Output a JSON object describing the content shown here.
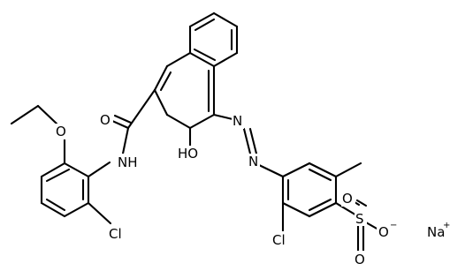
{
  "molecule": {
    "labels": {
      "o_carbonyl": "O",
      "nh": "NH",
      "oh": "HO",
      "o_ether": "O",
      "cl_anilide": "Cl",
      "n_azo_1": "N",
      "n_azo_2": "N",
      "cl_sulfonate_ring": "Cl",
      "sulfur": "S",
      "o_sulfonyl_1": "O",
      "o_sulfonyl_2": "O",
      "o_anion": "O",
      "counterion": "Na"
    },
    "charges": {
      "anion_charge": "−",
      "cation_charge": "+"
    }
  }
}
